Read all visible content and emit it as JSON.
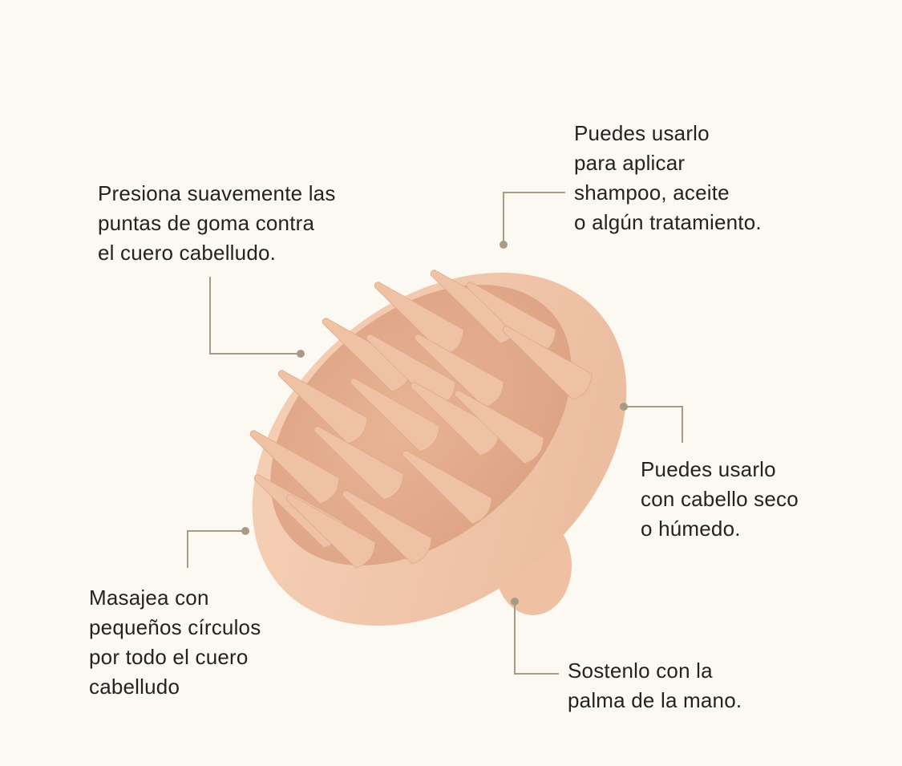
{
  "colors": {
    "background": "#fcf8f2",
    "text": "#232323",
    "leader_line": "#a99a86",
    "brush": "#f2c6a8"
  },
  "callouts": {
    "press": [
      "Presiona suavemente las",
      "puntas de goma contra",
      "el cuero cabelludo."
    ],
    "apply": [
      "Puedes usarlo",
      "para aplicar",
      "shampoo, aceite",
      "o algún tratamiento."
    ],
    "dry_wet": [
      "Puedes usarlo",
      "con cabello seco",
      "o húmedo."
    ],
    "massage": [
      "Masajea con",
      "pequeños círculos",
      "por todo el cuero",
      "cabelludo"
    ],
    "hold": [
      "Sostenlo con la",
      "palma de la mano."
    ]
  }
}
